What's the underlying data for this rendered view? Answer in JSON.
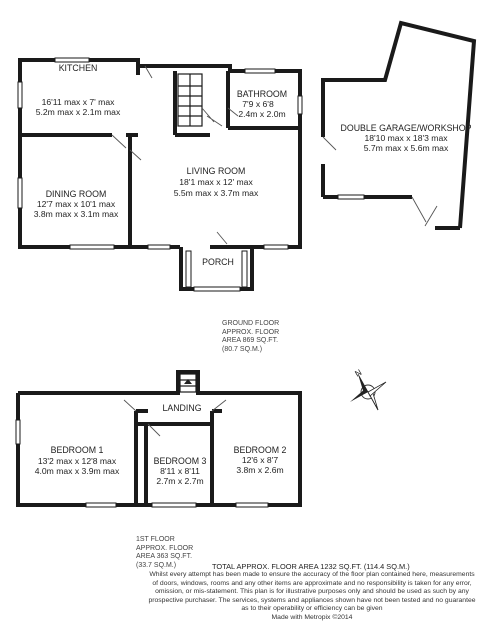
{
  "ground_floor": {
    "rooms": {
      "kitchen": {
        "name": "KITCHEN",
        "imperial": "16'11 max x 7' max",
        "metric": "5.2m max x 2.1m max"
      },
      "bathroom": {
        "name": "BATHROOM",
        "imperial": "7'9 x 6'8",
        "metric": "2.4m x 2.0m"
      },
      "garage": {
        "name": "DOUBLE GARAGE/WORKSHOP",
        "imperial": "18'10 max x 18'3 max",
        "metric": "5.7m max x 5.6m max"
      },
      "living": {
        "name": "LIVING ROOM",
        "imperial": "18'1 max x 12' max",
        "metric": "5.5m max x 3.7m max"
      },
      "dining": {
        "name": "DINING ROOM",
        "imperial": "12'7 max x 10'1 max",
        "metric": "3.8m max x 3.1m max"
      },
      "porch": {
        "name": "PORCH"
      }
    },
    "area_lines": [
      "GROUND FLOOR",
      "APPROX. FLOOR",
      "AREA 869 SQ.FT.",
      "(80.7 SQ.M.)"
    ]
  },
  "first_floor": {
    "rooms": {
      "landing": {
        "name": "LANDING"
      },
      "bedroom1": {
        "name": "BEDROOM 1",
        "imperial": "13'2 max x 12'8 max",
        "metric": "4.0m max x 3.9m max"
      },
      "bedroom3": {
        "name": "BEDROOM 3",
        "imperial": "8'11 x 8'11",
        "metric": "2.7m x 2.7m"
      },
      "bedroom2": {
        "name": "BEDROOM 2",
        "imperial": "12'6 x 8'7",
        "metric": "3.8m x 2.6m"
      }
    },
    "area_lines": [
      "1ST FLOOR",
      "APPROX. FLOOR",
      "AREA 363 SQ.FT.",
      "(33.7 SQ.M.)"
    ]
  },
  "total": "TOTAL APPROX. FLOOR AREA 1232 SQ.FT. (114.4 SQ.M.)",
  "disclaimer": [
    "Whilst every attempt has been made to ensure the accuracy of the floor plan contained here, measurements",
    "of doors, windows, rooms and any other items are approximate and no responsibility is taken for any error,",
    "omission, or mis-statement. This plan is for illustrative purposes only and should be used as such by any",
    "prospective purchaser. The services, systems and appliances shown have not been tested and no guarantee",
    "as to their operability or efficiency can be given",
    "Made with Metropix ©2014"
  ],
  "compass": {
    "label": "N",
    "icon": "compass-rose-icon"
  }
}
